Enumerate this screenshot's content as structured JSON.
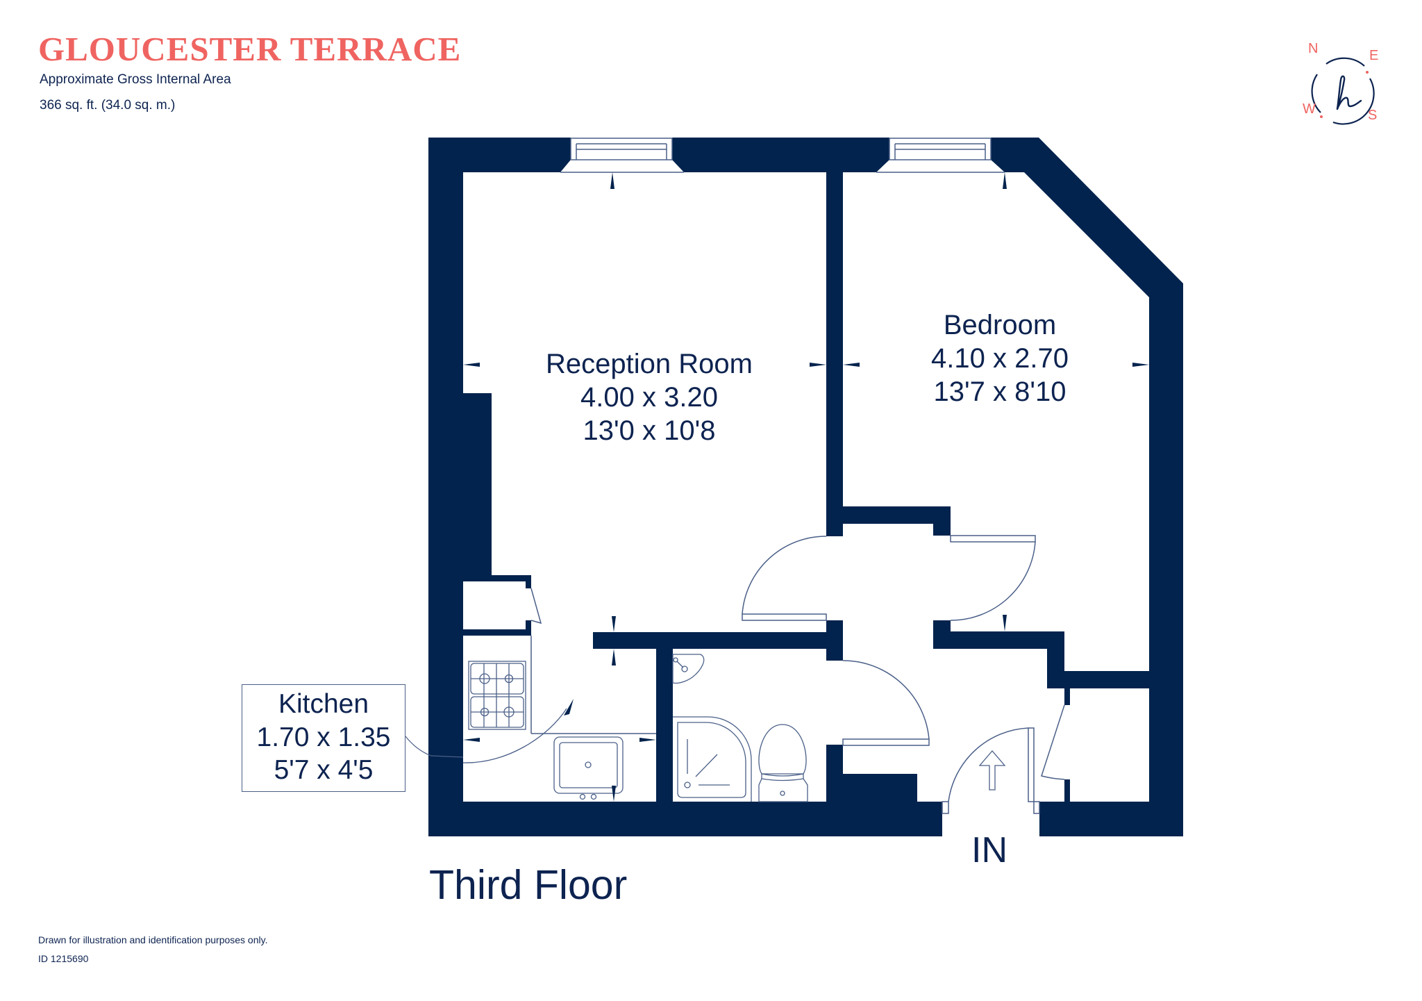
{
  "header": {
    "title": "GLOUCESTER TERRACE",
    "subtitle": "Approximate Gross Internal Area",
    "area": "366 sq. ft. (34.0 sq. m.)"
  },
  "compass": {
    "north": "N",
    "east": "E",
    "south": "S",
    "west": "W",
    "logo_glyph": "h"
  },
  "colors": {
    "wall": "#02234d",
    "accent": "#ef6461",
    "line": "#4a5f88"
  },
  "rooms": {
    "reception": {
      "name": "Reception Room",
      "metric": "4.00 x 3.20",
      "imperial": "13'0 x 10'8"
    },
    "bedroom": {
      "name": "Bedroom",
      "metric": "4.10 x 2.70",
      "imperial": "13'7 x 8'10"
    },
    "kitchen": {
      "name": "Kitchen",
      "metric": "1.70 x 1.35",
      "imperial": "5'7 x 4'5"
    }
  },
  "floor": {
    "name": "Third Floor",
    "entrance_label": "IN"
  },
  "footer": {
    "disclaimer": "Drawn for illustration and identification purposes only.",
    "id": "ID 1215690"
  }
}
